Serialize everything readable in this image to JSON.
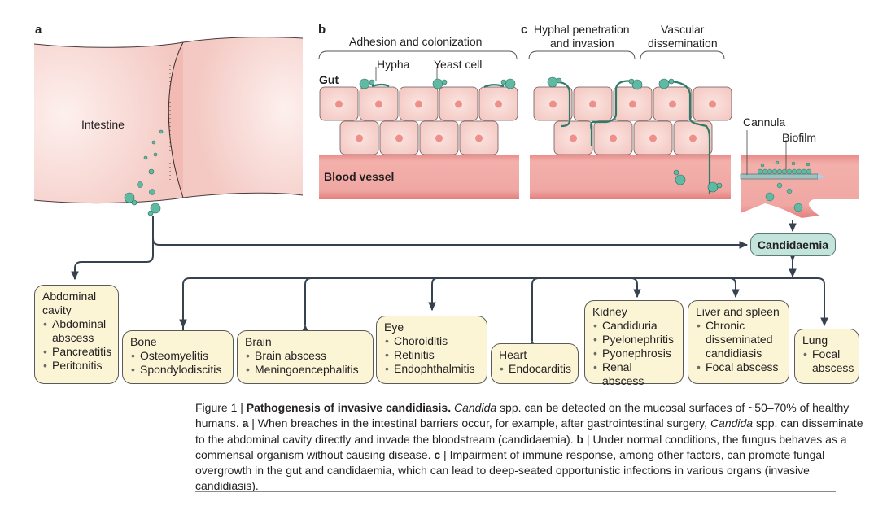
{
  "panels": {
    "a": {
      "letter": "a",
      "intestine_label": "Intestine"
    },
    "b": {
      "letter": "b",
      "stage_label": "Adhesion and colonization",
      "hypha_label": "Hypha",
      "yeast_label": "Yeast cell",
      "gut_label": "Gut",
      "vessel_label": "Blood vessel"
    },
    "c": {
      "letter": "c",
      "stage1_label_line1": "Hyphal penetration",
      "stage1_label_line2": "and invasion",
      "stage2_label_line1": "Vascular",
      "stage2_label_line2": "dissemination",
      "cannula_label": "Cannula",
      "biofilm_label": "Biofilm"
    }
  },
  "candidaemia": "Candidaemia",
  "organs": [
    {
      "name": "Abdominal cavity",
      "items": [
        "Abdominal abscess",
        "Pancreatitis",
        "Peritonitis"
      ]
    },
    {
      "name": "Bone",
      "items": [
        "Osteomyelitis",
        "Spondylodiscitis"
      ]
    },
    {
      "name": "Brain",
      "items": [
        "Brain abscess",
        "Meningoencephalitis"
      ]
    },
    {
      "name": "Eye",
      "items": [
        "Choroiditis",
        "Retinitis",
        "Endophthalmitis"
      ]
    },
    {
      "name": "Heart",
      "items": [
        "Endocarditis"
      ]
    },
    {
      "name": "Kidney",
      "items": [
        "Candiduria",
        "Pyelonephritis",
        "Pyonephrosis",
        "Renal abscess"
      ]
    },
    {
      "name": "Liver and spleen",
      "items": [
        "Chronic disseminated candidiasis",
        "Focal abscess"
      ]
    },
    {
      "name": "Lung",
      "items": [
        "Focal abscess"
      ]
    }
  ],
  "caption": {
    "fig_label": "Figure 1 | ",
    "title": "Pathogenesis of invasive candidiasis.",
    "s1_italic": "Candida",
    "s1": " spp. can be detected on the mucosal surfaces of ~50–70% of healthy humans. ",
    "a_label": "a",
    "a_text": " | When breaches in the intestinal barriers occur, for example, after gastrointestinal surgery, ",
    "a_italic": "Candida",
    "a_text2": " spp. can disseminate to the abdominal cavity directly and invade the bloodstream (candidaemia). ",
    "b_label": "b",
    "b_text": " | Under normal conditions, the fungus behaves as a commensal organism without causing disease. ",
    "c_label": "c",
    "c_text": " | Impairment of immune response, among other factors, can promote fungal overgrowth in the gut and candidaemia, which can lead to deep-seated opportunistic infections in various organs (invasive candidiasis)."
  },
  "colors": {
    "tissue": "#f7d4cf",
    "vessel": "#ef9a98",
    "fungus": "#5fb9a3",
    "box_fill": "#fbf5d6",
    "candidaemia_fill": "#c2e4da",
    "arrow": "#37424f"
  }
}
